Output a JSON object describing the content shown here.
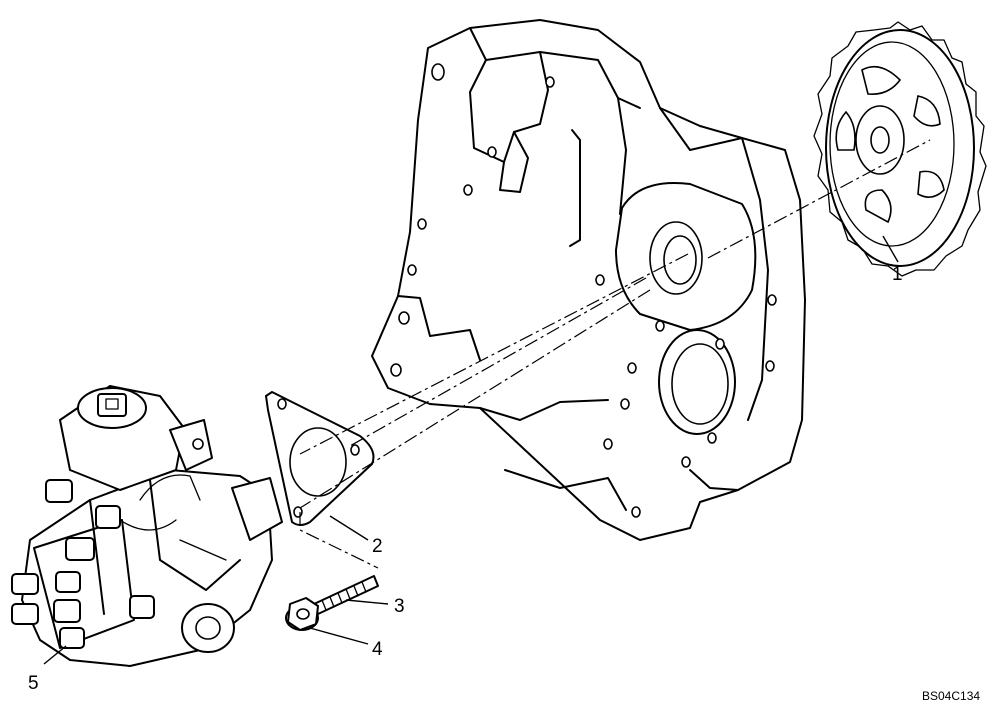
{
  "callouts": [
    {
      "id": "1",
      "label": "1"
    },
    {
      "id": "2",
      "label": "2"
    },
    {
      "id": "3",
      "label": "3"
    },
    {
      "id": "4",
      "label": "4"
    },
    {
      "id": "5",
      "label": "5"
    }
  ],
  "reference_code": "BS04C134"
}
